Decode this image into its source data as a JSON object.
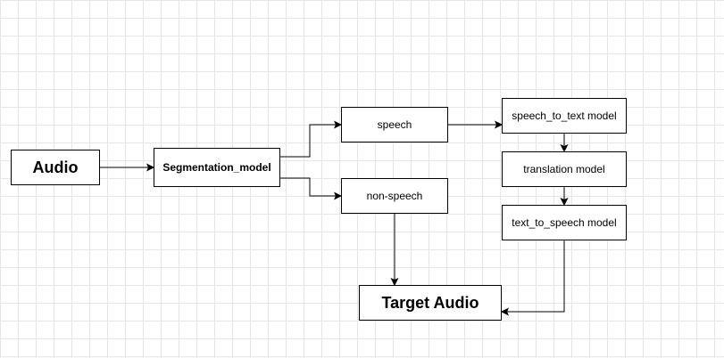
{
  "colors": {
    "stroke": "#000000",
    "node_fill": "#ffffff",
    "grid": "#e6e6e6",
    "background": "#ffffff"
  },
  "nodes": {
    "audio": "Audio",
    "segmentation": "Segmentation_model",
    "speech": "speech",
    "non_speech": "non-speech",
    "speech_to_text": "speech_to_text model",
    "translation": "translation model",
    "text_to_speech": "text_to_speech model",
    "target": "Target Audio"
  },
  "edges": [
    {
      "from": "audio",
      "to": "segmentation"
    },
    {
      "from": "segmentation",
      "to": "speech"
    },
    {
      "from": "segmentation",
      "to": "non_speech"
    },
    {
      "from": "speech",
      "to": "speech_to_text"
    },
    {
      "from": "speech_to_text",
      "to": "translation"
    },
    {
      "from": "translation",
      "to": "text_to_speech"
    },
    {
      "from": "non_speech",
      "to": "target"
    },
    {
      "from": "text_to_speech",
      "to": "target"
    }
  ]
}
